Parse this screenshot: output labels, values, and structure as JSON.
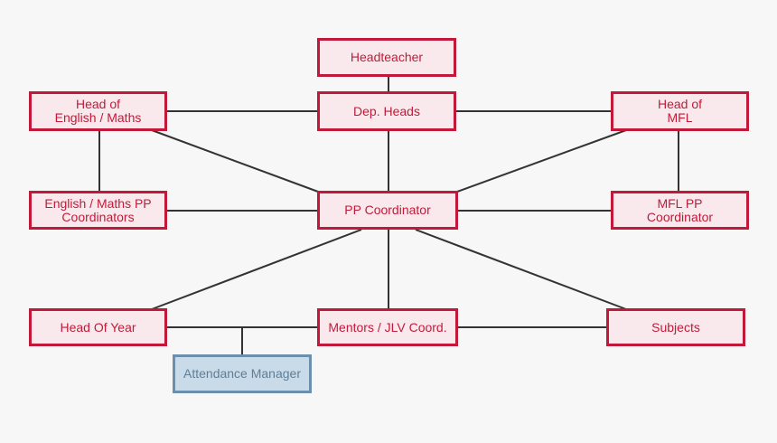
{
  "diagram": {
    "nodes": {
      "headteacher": "Headteacher",
      "dep_heads": "Dep. Heads",
      "head_eng_maths": "Head of\nEnglish / Maths",
      "head_mfl": "Head of\nMFL",
      "eng_maths_pp": "English / Maths PP\nCoordinators",
      "pp_coordinator": "PP Coordinator",
      "mfl_pp": "MFL PP\nCoordinator",
      "head_of_year": "Head Of Year",
      "mentors": "Mentors / JLV Coord.",
      "subjects": "Subjects",
      "attendance": "Attendance Manager"
    },
    "colors": {
      "node_border": "#c2183a",
      "node_fill": "#f9e9ec",
      "node_text": "#c21a3a",
      "special_border": "#6b8fad",
      "special_fill": "#c9dbe8",
      "special_text": "#5f7e99",
      "line": "#333333",
      "background": "#f7f7f7"
    }
  }
}
